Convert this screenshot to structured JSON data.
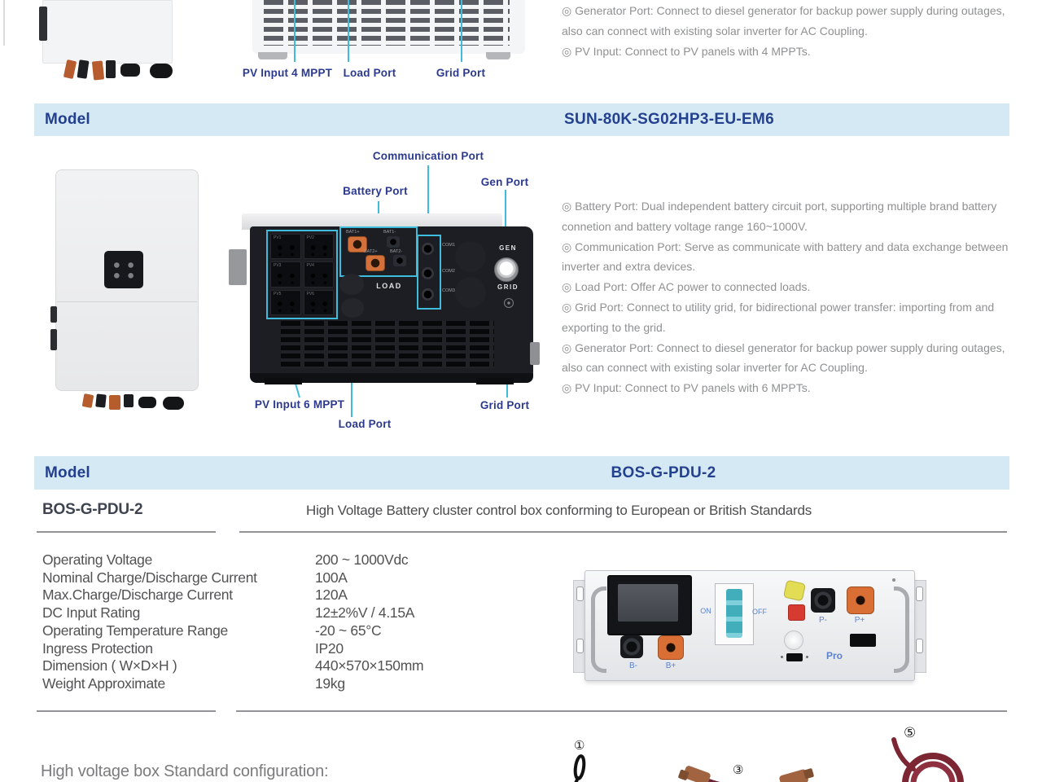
{
  "top": {
    "port_labels": [
      "PV Input 4 MPPT",
      "Load Port",
      "Grid Port"
    ],
    "bullets": [
      "◎ Generator Port: Connect to diesel generator for backup power supply during outages, also can connect with existing solar inverter for AC Coupling.",
      "◎ PV Input: Connect to PV panels with 4 MPPTs."
    ]
  },
  "model1": {
    "label": "Model",
    "value": "SUN-80K-SG02HP3-EU-EM6",
    "callouts": {
      "communication": "Communication Port",
      "battery": "Battery Port",
      "gen": "Gen Port",
      "pv": "PV Input 6 MPPT",
      "load": "Load Port",
      "grid": "Grid Port"
    },
    "device": {
      "bat1p": "BAT1+",
      "bat1n": "BAT1-",
      "bat2p": "BAT2+",
      "bat2n": "BAT2-",
      "load": "LOAD",
      "com1": "COM1",
      "com2": "COM2",
      "com3": "COM3",
      "gen": "GEN",
      "grid": "GRID",
      "pv": [
        "PV1",
        "PV2",
        "PV3",
        "PV4",
        "PV5",
        "PV6"
      ]
    },
    "bullets": [
      "◎ Battery Port: Dual independent battery circuit port, supporting multiple brand battery connetion and battery voltage range 160~1000V.",
      "◎ Communication Port: Serve as communicate with battery and data exchange between inverter and extra devices.",
      "◎ Load Port: Offer AC power to connected loads.",
      "◎ Grid Port: Connect to utility grid, for bidirectional power transfer: importing from and exporting to the grid.",
      "◎ Generator Port: Connect to diesel generator for backup power supply during outages, also can connect with existing solar inverter for AC Coupling.",
      "◎ PV Input: Connect to PV panels with 6 MPPTs."
    ]
  },
  "model2": {
    "label": "Model",
    "value": "BOS-G-PDU-2",
    "header_name": "BOS-G-PDU-2",
    "header_desc": "High Voltage Battery cluster control box conforming to European or British Standards",
    "specs": [
      {
        "label": "Operating Voltage",
        "value": "200 ~ 1000Vdc"
      },
      {
        "label": "Nominal Charge/Discharge Current",
        "value": "100A"
      },
      {
        "label": "Max.Charge/Discharge Current",
        "value": "120A"
      },
      {
        "label": "DC Input Rating",
        "value": "12±2%V / 4.15A"
      },
      {
        "label": "Operating Temperature Range",
        "value": "-20 ~ 65°C"
      },
      {
        "label": "Ingress Protection",
        "value": "IP20"
      },
      {
        "label": "Dimension ( W×D×H )",
        "value": "440×570×150mm"
      },
      {
        "label": "Weight Approximate",
        "value": "19kg"
      }
    ],
    "device": {
      "bn": "B-",
      "bp": "B+",
      "on": "ON",
      "off": "OFF",
      "pn": "P-",
      "pp": "P+",
      "pro": "Pro"
    },
    "config_title": "High voltage box Standard configuration:",
    "accessories": {
      "n1": "①",
      "n3": "③",
      "n5": "⑤"
    }
  },
  "colors": {
    "accent_cyan": "#3fbcdc",
    "navy": "#24408e",
    "bar_bg": "#d5e9f5",
    "body_gray": "#8f9092",
    "spec_gray": "#525254"
  }
}
